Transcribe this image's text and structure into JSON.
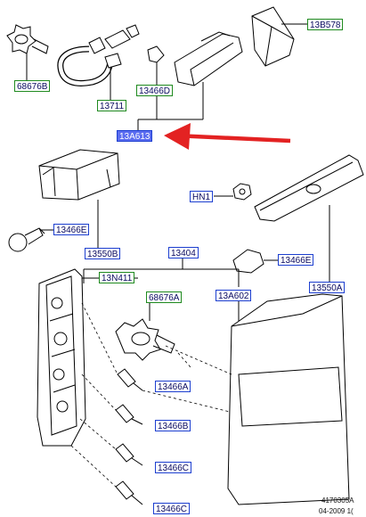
{
  "callouts": {
    "c13B578": "13B578",
    "c68676B": "68676B",
    "c13466D": "13466D",
    "c13711": "13711",
    "c13A613": "13A613",
    "cHN1": "HN1",
    "c13466E_left": "13466E",
    "c13550B": "13550B",
    "c13404": "13404",
    "c13466E_right": "13466E",
    "c13N411": "13N411",
    "c68676A": "68676A",
    "c13A602": "13A602",
    "c13550A": "13550A",
    "c13466A": "13466A",
    "c13466B": "13466B",
    "c13466C_upper": "13466C",
    "c13466C_lower": "13466C"
  },
  "footer": {
    "ref": "4170305A",
    "date": "04-2009 1("
  },
  "colors": {
    "arrow": "#e32222",
    "part_outline": "#000000",
    "green_box": "#1f8a1f",
    "blue_box": "#1d3fd0",
    "highlight": "#5a6cf0"
  }
}
